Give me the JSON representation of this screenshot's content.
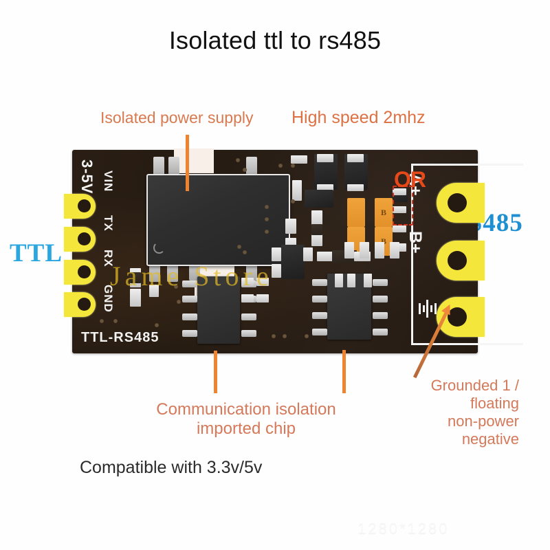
{
  "page": {
    "title": "Isolated ttl to rs485",
    "background": "#ffffff"
  },
  "colors": {
    "callout_orange": "#d9794f",
    "pointer_orange": "#ee8330",
    "ttl_blue": "#2aa6e0",
    "rs485_blue": "#1f8fd4",
    "or_red": "#e8491b",
    "pcb_brown": "#241a12",
    "pad_gold": "#f5e63b",
    "highlight_red": "#d2341b",
    "watermark_gold": "#e0ba28"
  },
  "callouts": {
    "isolated_power": "Isolated power supply",
    "high_speed": "High speed 2mhz",
    "communication_chip": "Communication isolation\nimported chip",
    "grounded": "Grounded 1 /\nfloating\nnon-power\nnegative"
  },
  "footer": {
    "compatibility": "Compatible with 3.3v/5v"
  },
  "side_labels": {
    "ttl": "TTL",
    "rs485": "RS485",
    "or": "OR"
  },
  "board": {
    "silkscreen": {
      "voltage": "3-5V",
      "vin": "VIN",
      "tx": "TX",
      "rx": "RX",
      "gnd": "GND",
      "part_number": "TTL-RS485",
      "a_plus": "A+",
      "b_plus": "B+",
      "ground_symbol": "earth-ground-symbol"
    },
    "left_pads": [
      {
        "label": "VIN"
      },
      {
        "label": "TX"
      },
      {
        "label": "RX"
      },
      {
        "label": "GND"
      }
    ],
    "right_pads": [
      {
        "label": "A+"
      },
      {
        "label": "B+"
      },
      {
        "label": "GND"
      }
    ],
    "fuse_marks": [
      "B",
      "B"
    ]
  },
  "watermarks": {
    "center": "Jame Store",
    "bottom_right": "1280*1280"
  }
}
